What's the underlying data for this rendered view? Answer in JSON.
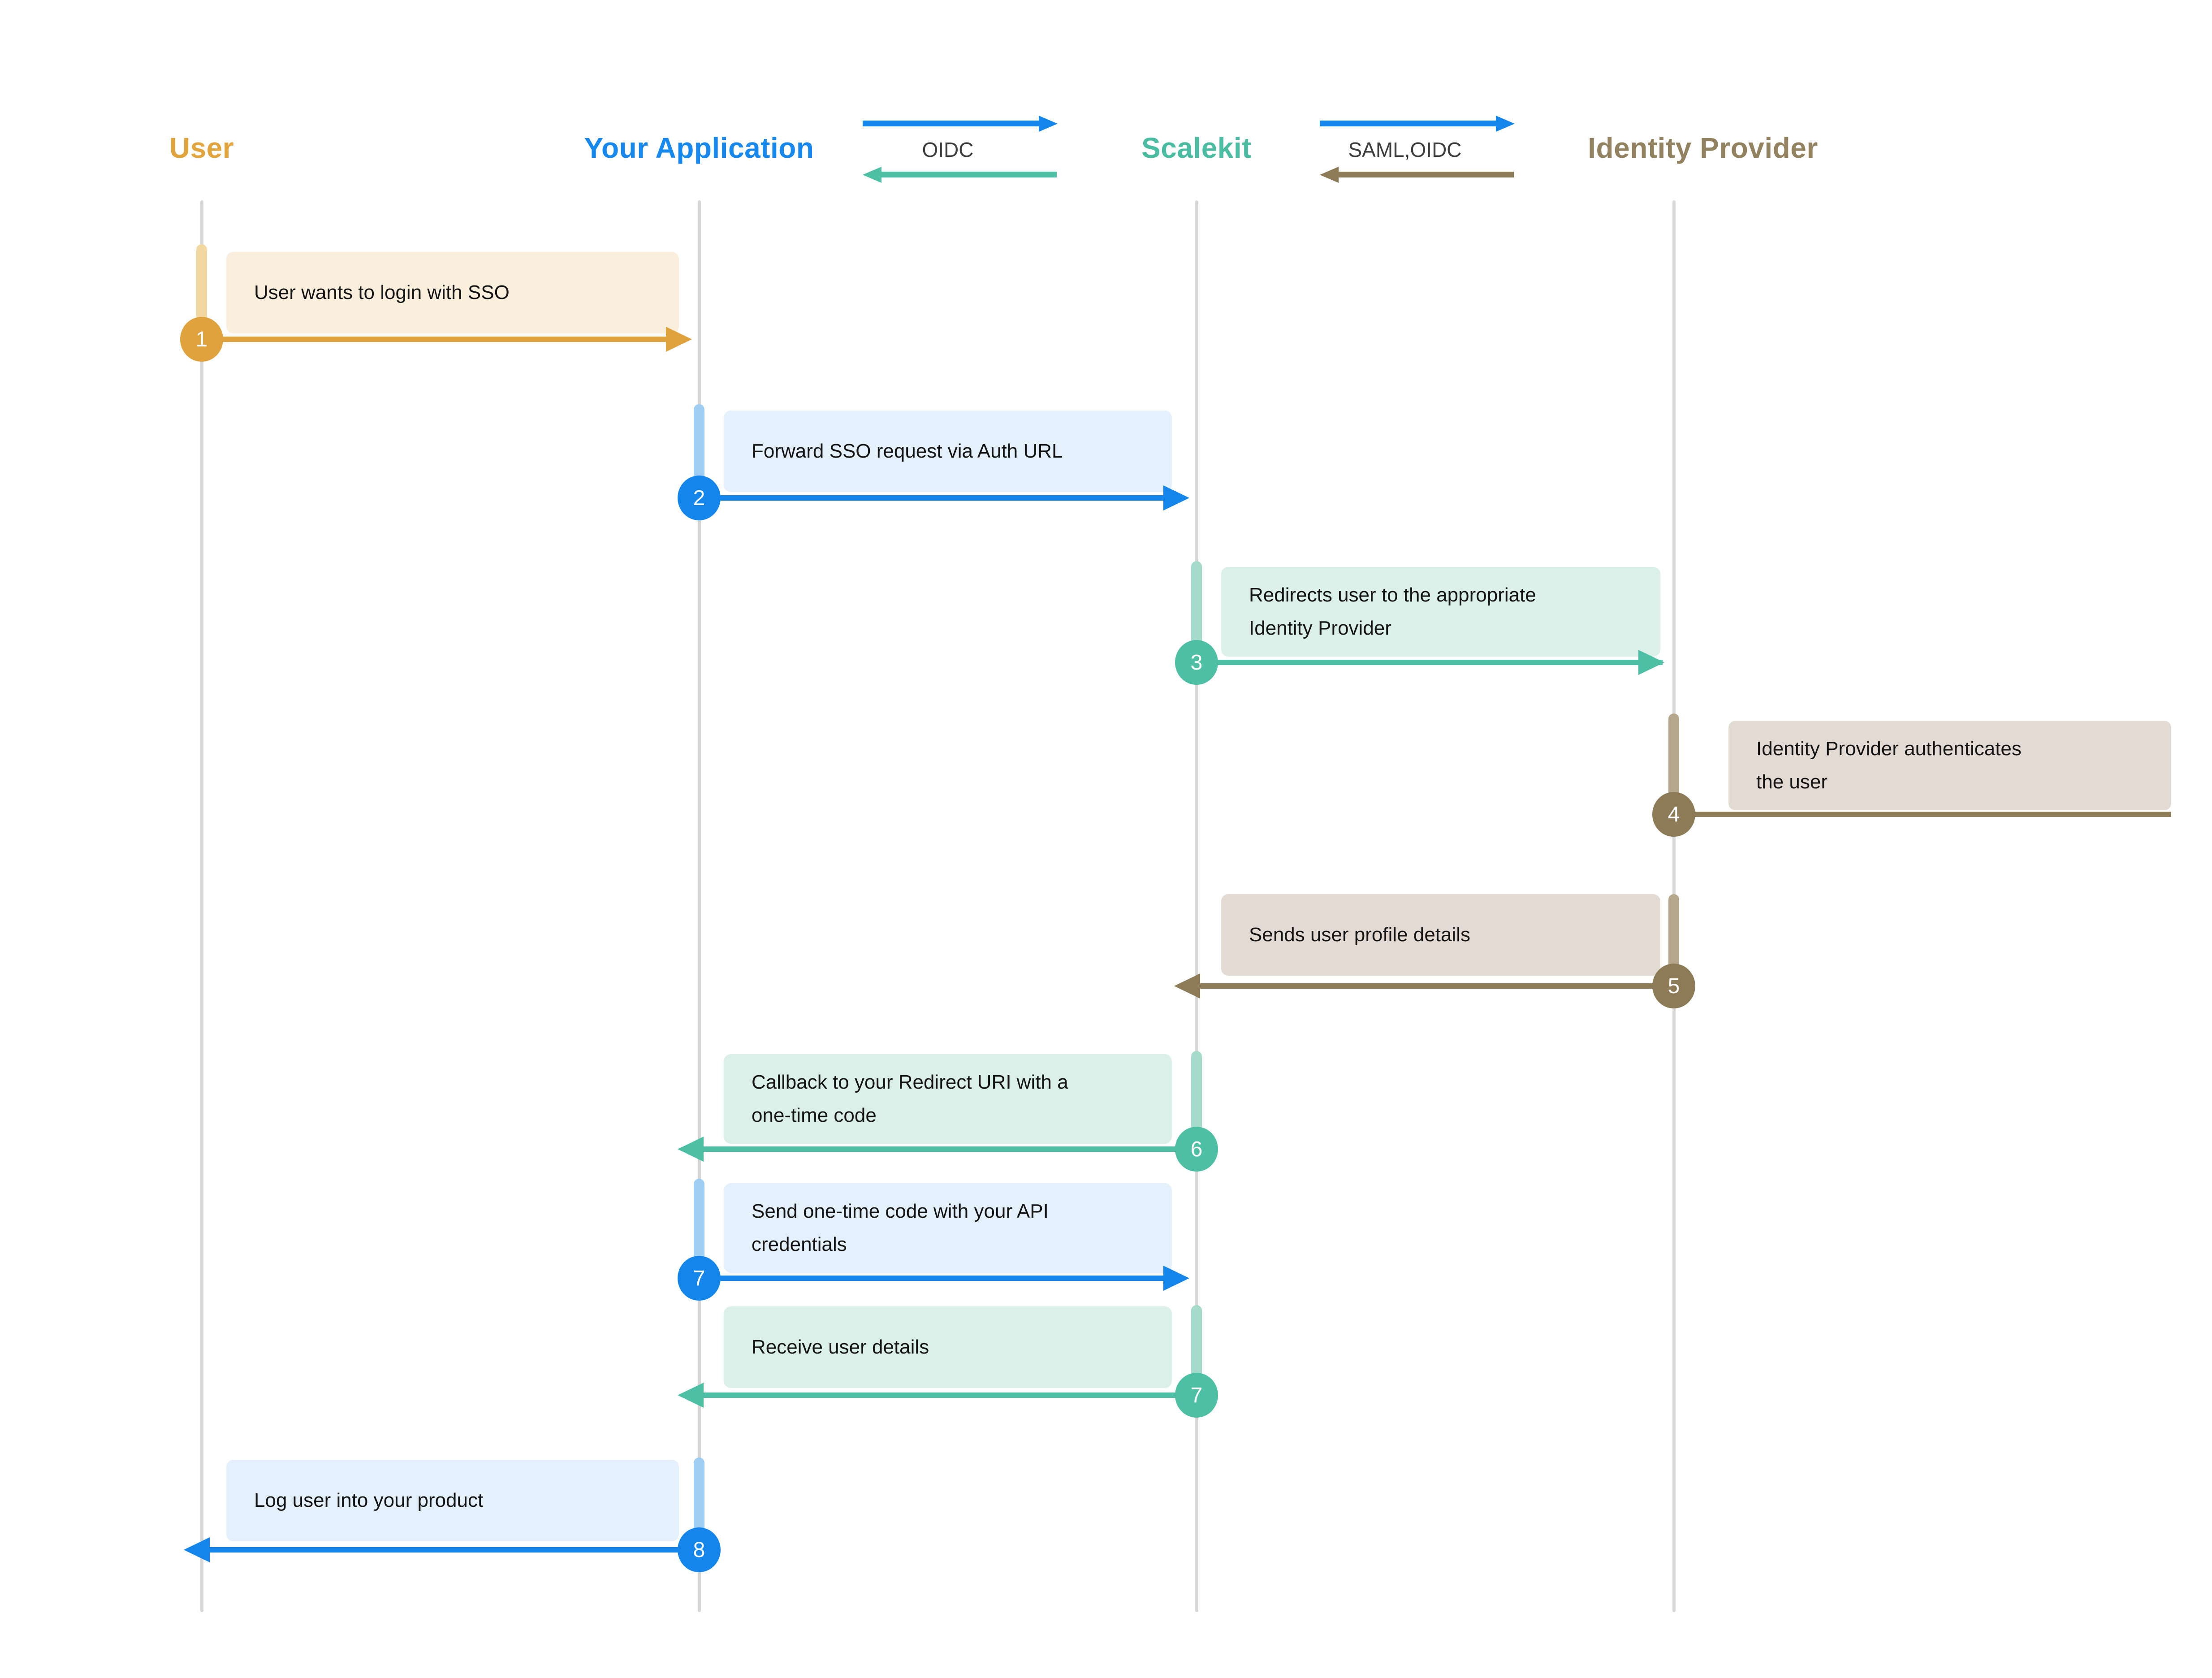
{
  "palette": {
    "gold": {
      "accent": "#DFA23C",
      "activation_bar": "#F4D8A2",
      "box_fill": "#FAEEDC"
    },
    "blue": {
      "accent": "#1486EB",
      "activation_bar": "#9FCDF4",
      "box_fill": "#E4F1FC"
    },
    "teal": {
      "accent": "#4DBFA4",
      "activation_bar": "#A6DBCC",
      "box_fill": "#DBF0E9"
    },
    "brown": {
      "accent": "#8D7B57",
      "activation_bar": "#B5A78C",
      "box_fill": "#E3DAD3"
    },
    "lifeline": "#D6D6D6",
    "background": "#FFFFFF",
    "message_text": "#141414",
    "protocol_text": "#3E3E3E"
  },
  "actors": [
    {
      "name": "User",
      "color": "#E2A43C"
    },
    {
      "name": "Your Application",
      "color": "#1789EE"
    },
    {
      "name": "Scalekit",
      "color": "#49BCA1"
    },
    {
      "name": "Identity Provider",
      "color": "#93825F"
    }
  ],
  "protocol_links": [
    {
      "label": "OIDC",
      "between": [
        "Your Application",
        "Scalekit"
      ],
      "forward_color": "#1486EB",
      "return_color": "#4DBFA4"
    },
    {
      "label": "SAML,OIDC",
      "between": [
        "Scalekit",
        "Identity Provider"
      ],
      "forward_color": "#1486EB",
      "return_color": "#8D7B57"
    }
  ],
  "messages": [
    {
      "step": "1",
      "from": "User",
      "to": "Your Application",
      "theme": "gold",
      "lines": [
        "User wants to login with SSO"
      ]
    },
    {
      "step": "2",
      "from": "Your Application",
      "to": "Scalekit",
      "theme": "blue",
      "lines": [
        "Forward SSO request via Auth URL"
      ]
    },
    {
      "step": "3",
      "from": "Scalekit",
      "to": "Identity Provider",
      "theme": "teal",
      "lines": [
        "Redirects user to the appropriate",
        "Identity Provider"
      ]
    },
    {
      "step": "4",
      "from": "Identity Provider",
      "to": "Identity Provider",
      "theme": "brown",
      "lines": [
        "Identity Provider authenticates",
        "the user"
      ]
    },
    {
      "step": "5",
      "from": "Identity Provider",
      "to": "Scalekit",
      "theme": "brown",
      "lines": [
        "Sends user profile details"
      ]
    },
    {
      "step": "6",
      "from": "Scalekit",
      "to": "Your Application",
      "theme": "teal",
      "lines": [
        "Callback to your Redirect URI with a",
        "one-time code"
      ]
    },
    {
      "step": "7",
      "from": "Your Application",
      "to": "Scalekit",
      "theme": "blue",
      "lines": [
        "Send one-time code with your API",
        "credentials"
      ]
    },
    {
      "step": "7",
      "from": "Scalekit",
      "to": "Your Application",
      "theme": "teal",
      "lines": [
        "Receive user details"
      ]
    },
    {
      "step": "8",
      "from": "Your Application",
      "to": "User",
      "theme": "blue",
      "lines": [
        "Log user into your product"
      ]
    }
  ]
}
